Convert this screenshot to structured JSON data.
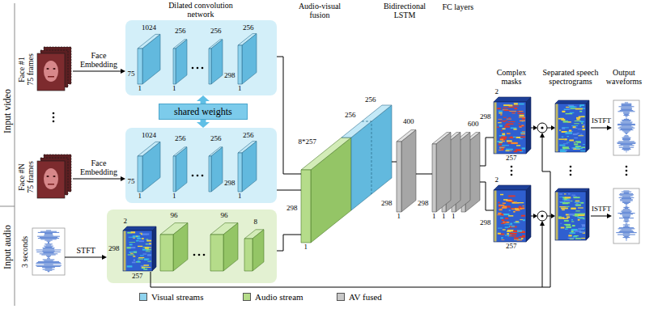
{
  "diagram": {
    "nodes": [
      {
        "text": [
          "Face #1 75 frames"
        ]
      },
      {
        "text": [
          "1024",
          "256",
          "256",
          "256",
          "75",
          "1",
          "1",
          "298",
          "1"
        ]
      },
      {
        "text": [
          "shared weights"
        ]
      },
      {
        "text": [
          "Face #N 75 frames"
        ]
      },
      {
        "text": [
          "1024",
          "256",
          "256",
          "256",
          "75",
          "1",
          "1",
          "298",
          "1"
        ]
      },
      {
        "text": [
          "3 seconds"
        ]
      },
      {
        "text": [
          "2",
          "298",
          "257",
          "96",
          "96",
          "8"
        ]
      },
      {
        "text": [
          "8*257",
          "298",
          "1",
          "256",
          "256"
        ]
      },
      {
        "text": [
          "400",
          "298",
          "1"
        ]
      },
      {
        "text": [
          "600",
          "298",
          "1",
          "1",
          "1"
        ]
      },
      {
        "text": [
          "2",
          "298",
          "257"
        ]
      },
      {
        "text": [
          "2",
          "298",
          "257"
        ]
      }
    ],
    "edges": [
      {
        "from": 0,
        "to": 1,
        "arrow": "to",
        "label": "Face Embedding"
      },
      {
        "from": 3,
        "to": 4,
        "arrow": "to",
        "label": "Face Embedding"
      },
      {
        "from": 2,
        "to": 1,
        "arrow": "to"
      },
      {
        "from": 2,
        "to": 4,
        "arrow": "to"
      },
      {
        "from": 1,
        "to": 7,
        "arrow": "none"
      },
      {
        "from": 4,
        "to": 7,
        "arrow": "none"
      },
      {
        "from": 5,
        "to": 6,
        "arrow": "to",
        "label": "STFT"
      },
      {
        "from": 6,
        "to": 7,
        "arrow": "none"
      },
      {
        "from": 7,
        "to": 8,
        "arrow": "none"
      },
      {
        "from": 8,
        "to": 9,
        "arrow": "none"
      },
      {
        "from": 9,
        "to": 10,
        "arrow": "none"
      },
      {
        "from": 9,
        "to": 11,
        "arrow": "none"
      }
    ],
    "labels": [
      "Input video",
      "Input audio",
      "Dilated convolution network",
      "Audio-visual fusion",
      "Bidirectional LSTM",
      "FC layers",
      "Complex masks",
      "Separated speech spectrograms",
      "Output waveforms",
      "ISTFT",
      "ISTFT"
    ],
    "legend": [
      {
        "text": "Visual streams",
        "color": "#8fd3ee"
      },
      {
        "text": "Audio stream",
        "color": "#b5dc8a"
      },
      {
        "text": "AV fused",
        "color": "#c8c8c8"
      }
    ]
  }
}
